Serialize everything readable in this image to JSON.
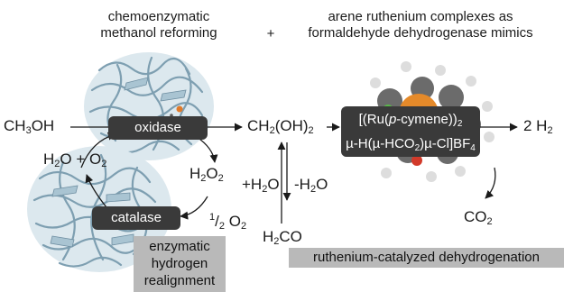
{
  "header": {
    "left_line1": "chemoenzymatic",
    "left_line2": "methanol reforming",
    "plus": "+",
    "right_line1": "arene ruthenium complexes as",
    "right_line2": "formaldehyde dehydrogenase mimics"
  },
  "species": {
    "methanol": {
      "a": "CH",
      "b": "3",
      "c": "OH"
    },
    "methanediol": {
      "a": "CH",
      "b": "2",
      "c": "(OH)",
      "d": "2"
    },
    "water_oxygen": {
      "a": "H",
      "b": "2",
      "c": "O + O",
      "d": "2"
    },
    "peroxide": {
      "a": "H",
      "b": "2",
      "c": "O",
      "d": "2"
    },
    "half_oxygen": {
      "a": "1",
      "b": "/",
      "c": "2",
      "d": " O",
      "e": "2"
    },
    "plus_water": {
      "a": "+H",
      "b": "2",
      "c": "O"
    },
    "minus_water": {
      "a": "-H",
      "b": "2",
      "c": "O"
    },
    "formaldehyde": {
      "a": "H",
      "b": "2",
      "c": "CO"
    },
    "hydrogen": {
      "a": "2 H",
      "b": "2"
    },
    "co2": {
      "a": "CO",
      "b": "2"
    }
  },
  "enzymes": {
    "oxidase": "oxidase",
    "catalase": "catalase"
  },
  "catalyst": {
    "line1": {
      "a": "[(Ru(",
      "b": "p",
      "c": "-cymene))",
      "d": "2"
    },
    "line2": {
      "a": "µ-H(µ-HCO",
      "b": "2",
      "c": ")µ-Cl]BF",
      "d": "4"
    }
  },
  "labels": {
    "enzymatic_1": "enzymatic",
    "enzymatic_2": "hydrogen",
    "enzymatic_3": "realignment",
    "ruthenium": "ruthenium-catalyzed dehydrogenation"
  },
  "colors": {
    "box_dark": "#3a3a3a",
    "box_gray": "#b9b9b9",
    "protein": "#a9c4d2",
    "ru_grey": "#6b6b6b",
    "ru_orange": "#e58a2a",
    "ru_green": "#58b848",
    "ru_red": "#d23a2a"
  }
}
